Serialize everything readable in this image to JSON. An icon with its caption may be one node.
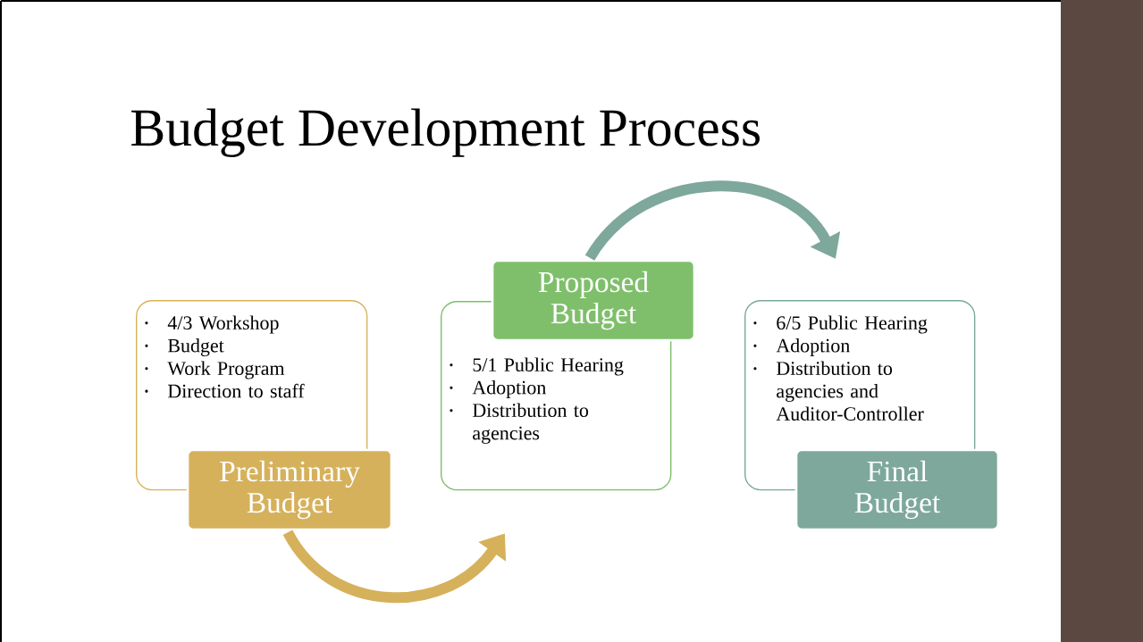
{
  "diagram": {
    "title": "Budget Development Process",
    "nodes": [
      {
        "text": [
          "4/3 Workshop",
          "Budget",
          "Work Program",
          "Direction to staff"
        ]
      },
      {
        "text": [
          "Preliminary Budget"
        ]
      },
      {
        "text": [
          "5/1 Public Hearing",
          "Adoption",
          "Distribution to agencies"
        ]
      },
      {
        "text": [
          "Proposed Budget"
        ]
      },
      {
        "text": [
          "6/5 Public Hearing",
          "Adoption",
          "Distribution to agencies and Auditor-Controller"
        ]
      },
      {
        "text": [
          "Final Budget"
        ]
      }
    ],
    "edges": [
      {
        "from": 1,
        "to": 2,
        "arrow": "to",
        "color": "#d6b15b"
      },
      {
        "from": 3,
        "to": 4,
        "arrow": "to",
        "color": "#7da89b"
      }
    ]
  }
}
